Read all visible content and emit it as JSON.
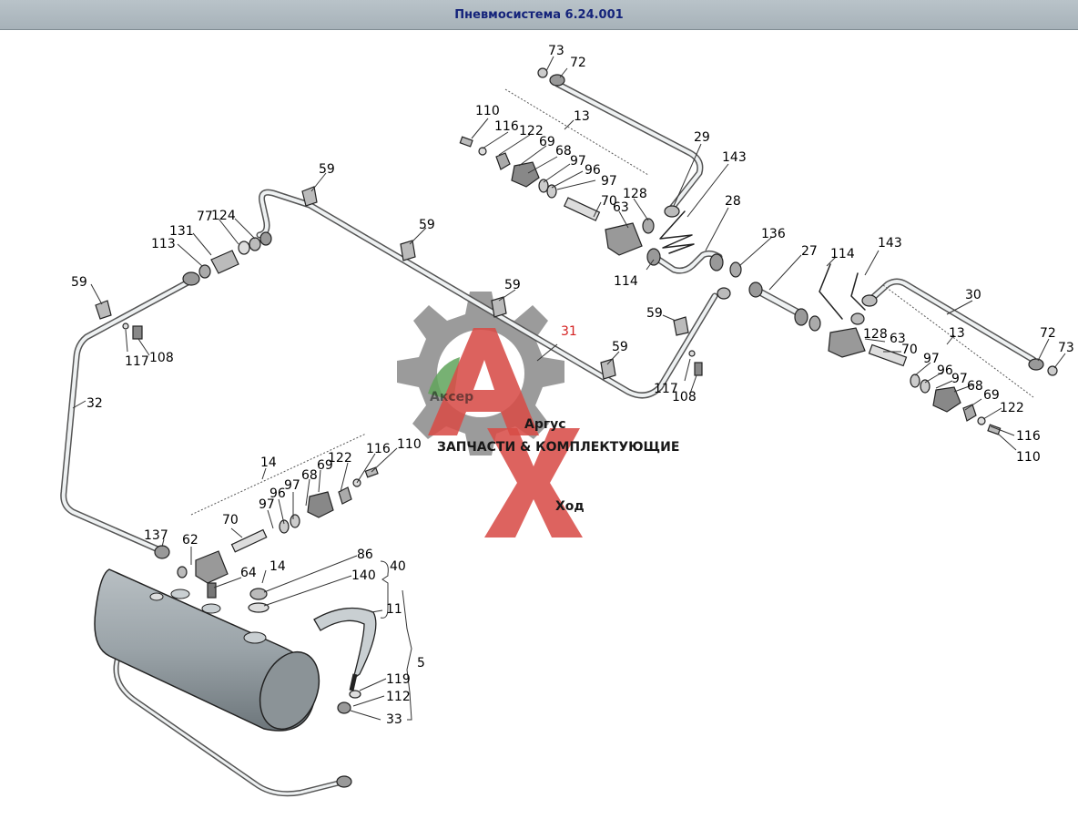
{
  "window": {
    "title": "Пневмосистема 6.24.001"
  },
  "watermark": {
    "brand_line1": "Аргус",
    "brand_line2": "Ход",
    "tagline": "ЗАПЧАСТИ & КОМПЛЕКТУЮЩИЕ",
    "ghost_text": "Аксер",
    "colors": {
      "red": "#d43a34",
      "gray": "#8e8e8e",
      "green": "#4f9a49"
    }
  },
  "diagram": {
    "part_labels": [
      {
        "id": "l73a",
        "text": "73"
      },
      {
        "id": "l72a",
        "text": "72"
      },
      {
        "id": "l13a",
        "text": "13"
      },
      {
        "id": "l110a",
        "text": "110"
      },
      {
        "id": "l116a",
        "text": "116"
      },
      {
        "id": "l122a",
        "text": "122"
      },
      {
        "id": "l69a",
        "text": "69"
      },
      {
        "id": "l68a",
        "text": "68"
      },
      {
        "id": "l97a",
        "text": "97"
      },
      {
        "id": "l96a",
        "text": "96"
      },
      {
        "id": "l97b",
        "text": "97"
      },
      {
        "id": "l70a",
        "text": "70"
      },
      {
        "id": "l128a",
        "text": "128"
      },
      {
        "id": "l63a",
        "text": "63"
      },
      {
        "id": "l29",
        "text": "29"
      },
      {
        "id": "l143a",
        "text": "143"
      },
      {
        "id": "l28",
        "text": "28"
      },
      {
        "id": "l114a",
        "text": "114"
      },
      {
        "id": "l136",
        "text": "136"
      },
      {
        "id": "l27",
        "text": "27"
      },
      {
        "id": "l114b",
        "text": "114"
      },
      {
        "id": "l143b",
        "text": "143"
      },
      {
        "id": "l30",
        "text": "30"
      },
      {
        "id": "l13b",
        "text": "13"
      },
      {
        "id": "l128b",
        "text": "128"
      },
      {
        "id": "l63b",
        "text": "63"
      },
      {
        "id": "l70b",
        "text": "70"
      },
      {
        "id": "l97c",
        "text": "97"
      },
      {
        "id": "l96b",
        "text": "96"
      },
      {
        "id": "l97d",
        "text": "97"
      },
      {
        "id": "l68b",
        "text": "68"
      },
      {
        "id": "l69b",
        "text": "69"
      },
      {
        "id": "l122b",
        "text": "122"
      },
      {
        "id": "l116b",
        "text": "116"
      },
      {
        "id": "l110b",
        "text": "110"
      },
      {
        "id": "l72b",
        "text": "72"
      },
      {
        "id": "l73b",
        "text": "73"
      },
      {
        "id": "l59a",
        "text": "59"
      },
      {
        "id": "l59b",
        "text": "59"
      },
      {
        "id": "l59c",
        "text": "59"
      },
      {
        "id": "l59d",
        "text": "59"
      },
      {
        "id": "l59e",
        "text": "59"
      },
      {
        "id": "l59f",
        "text": "59"
      },
      {
        "id": "l31",
        "text": "31",
        "red": true
      },
      {
        "id": "l117a",
        "text": "117"
      },
      {
        "id": "l108a",
        "text": "108"
      },
      {
        "id": "l117b",
        "text": "117"
      },
      {
        "id": "l108b",
        "text": "108"
      },
      {
        "id": "l77",
        "text": "77"
      },
      {
        "id": "l124",
        "text": "124"
      },
      {
        "id": "l131",
        "text": "131"
      },
      {
        "id": "l113",
        "text": "113"
      },
      {
        "id": "l32",
        "text": "32"
      },
      {
        "id": "l14a",
        "text": "14"
      },
      {
        "id": "l122c",
        "text": "122"
      },
      {
        "id": "l116c",
        "text": "116"
      },
      {
        "id": "l110c",
        "text": "110"
      },
      {
        "id": "l69c",
        "text": "69"
      },
      {
        "id": "l68c",
        "text": "68"
      },
      {
        "id": "l97e",
        "text": "97"
      },
      {
        "id": "l96c",
        "text": "96"
      },
      {
        "id": "l97f",
        "text": "97"
      },
      {
        "id": "l70c",
        "text": "70"
      },
      {
        "id": "l137",
        "text": "137"
      },
      {
        "id": "l62",
        "text": "62"
      },
      {
        "id": "l64",
        "text": "64"
      },
      {
        "id": "l14b",
        "text": "14"
      },
      {
        "id": "l86",
        "text": "86"
      },
      {
        "id": "l140",
        "text": "140"
      },
      {
        "id": "l40",
        "text": "40"
      },
      {
        "id": "l11",
        "text": "11"
      },
      {
        "id": "l5",
        "text": "5"
      },
      {
        "id": "l119",
        "text": "119"
      },
      {
        "id": "l112",
        "text": "112"
      },
      {
        "id": "l33",
        "text": "33"
      }
    ]
  }
}
